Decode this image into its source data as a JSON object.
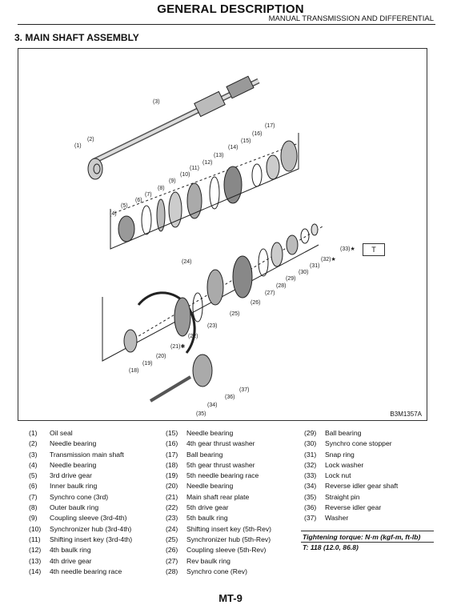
{
  "header": {
    "title": "GENERAL DESCRIPTION",
    "subtitle": "MANUAL TRANSMISSION AND DIFFERENTIAL"
  },
  "section_title": "3. MAIN SHAFT ASSEMBLY",
  "figure": {
    "code": "B3M1357A",
    "torque_box": "T",
    "callouts": [
      "(1)",
      "(2)",
      "(3)",
      "(4)",
      "(5)",
      "(6)",
      "(7)",
      "(8)",
      "(9)",
      "(10)",
      "(11)",
      "(12)",
      "(13)",
      "(14)",
      "(15)",
      "(16)",
      "(17)",
      "(18)",
      "(19)",
      "(20)",
      "(21)✱",
      "(22)",
      "(23)",
      "(24)",
      "(25)",
      "(26)",
      "(27)",
      "(28)",
      "(29)",
      "(30)",
      "(31)",
      "(32)★",
      "(33)★",
      "(34)",
      "(35)",
      "(36)",
      "(37)"
    ]
  },
  "legend": [
    [
      {
        "num": "(1)",
        "text": "Oil seal"
      },
      {
        "num": "(2)",
        "text": "Needle bearing"
      },
      {
        "num": "(3)",
        "text": "Transmission main shaft"
      },
      {
        "num": "(4)",
        "text": "Needle bearing"
      },
      {
        "num": "(5)",
        "text": "3rd drive gear"
      },
      {
        "num": "(6)",
        "text": "Inner baulk ring"
      },
      {
        "num": "(7)",
        "text": "Synchro cone (3rd)"
      },
      {
        "num": "(8)",
        "text": "Outer baulk ring"
      },
      {
        "num": "(9)",
        "text": "Coupling sleeve (3rd-4th)"
      },
      {
        "num": "(10)",
        "text": "Synchronizer hub (3rd-4th)"
      },
      {
        "num": "(11)",
        "text": "Shifting insert key (3rd-4th)"
      },
      {
        "num": "(12)",
        "text": "4th baulk ring"
      },
      {
        "num": "(13)",
        "text": "4th drive gear"
      },
      {
        "num": "(14)",
        "text": "4th needle bearing race"
      }
    ],
    [
      {
        "num": "(15)",
        "text": "Needle bearing"
      },
      {
        "num": "(16)",
        "text": "4th gear thrust washer"
      },
      {
        "num": "(17)",
        "text": "Ball bearing"
      },
      {
        "num": "(18)",
        "text": "5th gear thrust washer"
      },
      {
        "num": "(19)",
        "text": "5th needle bearing race"
      },
      {
        "num": "(20)",
        "text": "Needle bearing"
      },
      {
        "num": "(21)",
        "text": "Main shaft rear plate"
      },
      {
        "num": "(22)",
        "text": "5th drive gear"
      },
      {
        "num": "(23)",
        "text": "5th baulk ring"
      },
      {
        "num": "(24)",
        "text": "Shifting insert key (5th-Rev)"
      },
      {
        "num": "(25)",
        "text": "Synchronizer hub (5th-Rev)"
      },
      {
        "num": "(26)",
        "text": "Coupling sleeve (5th-Rev)"
      },
      {
        "num": "(27)",
        "text": "Rev baulk ring"
      },
      {
        "num": "(28)",
        "text": "Synchro cone (Rev)"
      }
    ],
    [
      {
        "num": "(29)",
        "text": "Ball bearing"
      },
      {
        "num": "(30)",
        "text": "Synchro cone stopper"
      },
      {
        "num": "(31)",
        "text": "Snap ring"
      },
      {
        "num": "(32)",
        "text": "Lock washer"
      },
      {
        "num": "(33)",
        "text": "Lock nut"
      },
      {
        "num": "(34)",
        "text": "Reverse idler gear shaft"
      },
      {
        "num": "(35)",
        "text": "Straight pin"
      },
      {
        "num": "(36)",
        "text": "Reverse idler gear"
      },
      {
        "num": "(37)",
        "text": "Washer"
      }
    ]
  ],
  "torque": {
    "title": "Tightening torque: N·m (kgf-m, ft-lb)",
    "value": "T:   118 (12.0, 86.8)"
  },
  "page_number": "MT-9"
}
